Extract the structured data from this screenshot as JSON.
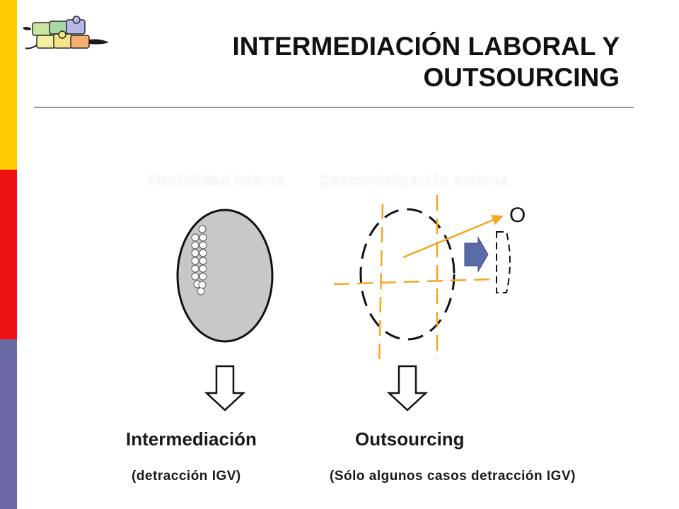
{
  "slide": {
    "title_line1": "INTERMEDIACIÓN LABORAL Y",
    "title_line2": "OUTSOURCING",
    "colors": {
      "side_yellow": "#FFCC00",
      "side_red": "#EE1111",
      "side_purple": "#6A6AA6",
      "accent_orange": "#F5A623",
      "ellipse_fill": "#C8C8C8",
      "arrow_block": "#5B6BA8"
    }
  },
  "diagram": {
    "ghost_left": "Flexibilidad interna",
    "ghost_right": "Descentralización externa",
    "marker": "O",
    "left_label": "Intermediación",
    "left_note": "(detracción IGV)",
    "right_label": "Outsourcing",
    "right_note": "(Sólo algunos casos detracción IGV)"
  }
}
